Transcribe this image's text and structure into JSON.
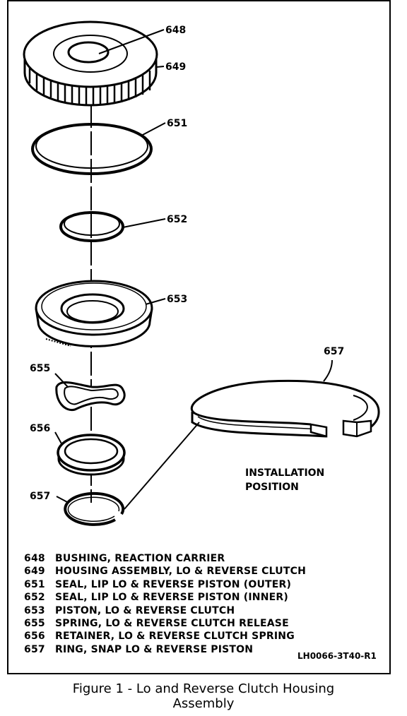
{
  "callouts": {
    "c648": "648",
    "c649": "649",
    "c651": "651",
    "c652": "652",
    "c653": "653",
    "c655": "655",
    "c656": "656",
    "c657a": "657",
    "c657b": "657"
  },
  "installation": {
    "line1": "INSTALLATION",
    "line2": "POSITION"
  },
  "legend": [
    {
      "num": "648",
      "text": "BUSHING, REACTION CARRIER"
    },
    {
      "num": "649",
      "text": "HOUSING ASSEMBLY, LO & REVERSE CLUTCH"
    },
    {
      "num": "651",
      "text": "SEAL, LIP LO & REVERSE PISTON (OUTER)"
    },
    {
      "num": "652",
      "text": "SEAL, LIP LO & REVERSE PISTON (INNER)"
    },
    {
      "num": "653",
      "text": "PISTON, LO & REVERSE CLUTCH"
    },
    {
      "num": "655",
      "text": "SPRING, LO & REVERSE CLUTCH RELEASE"
    },
    {
      "num": "656",
      "text": "RETAINER, LO & REVERSE CLUTCH SPRING"
    },
    {
      "num": "657",
      "text": "RING, SNAP LO & REVERSE PISTON"
    }
  ],
  "figure_code": "LH0066-3T40-R1",
  "caption": {
    "line1": "Figure 1 - Lo and Reverse Clutch Housing",
    "line2": "Assembly"
  }
}
